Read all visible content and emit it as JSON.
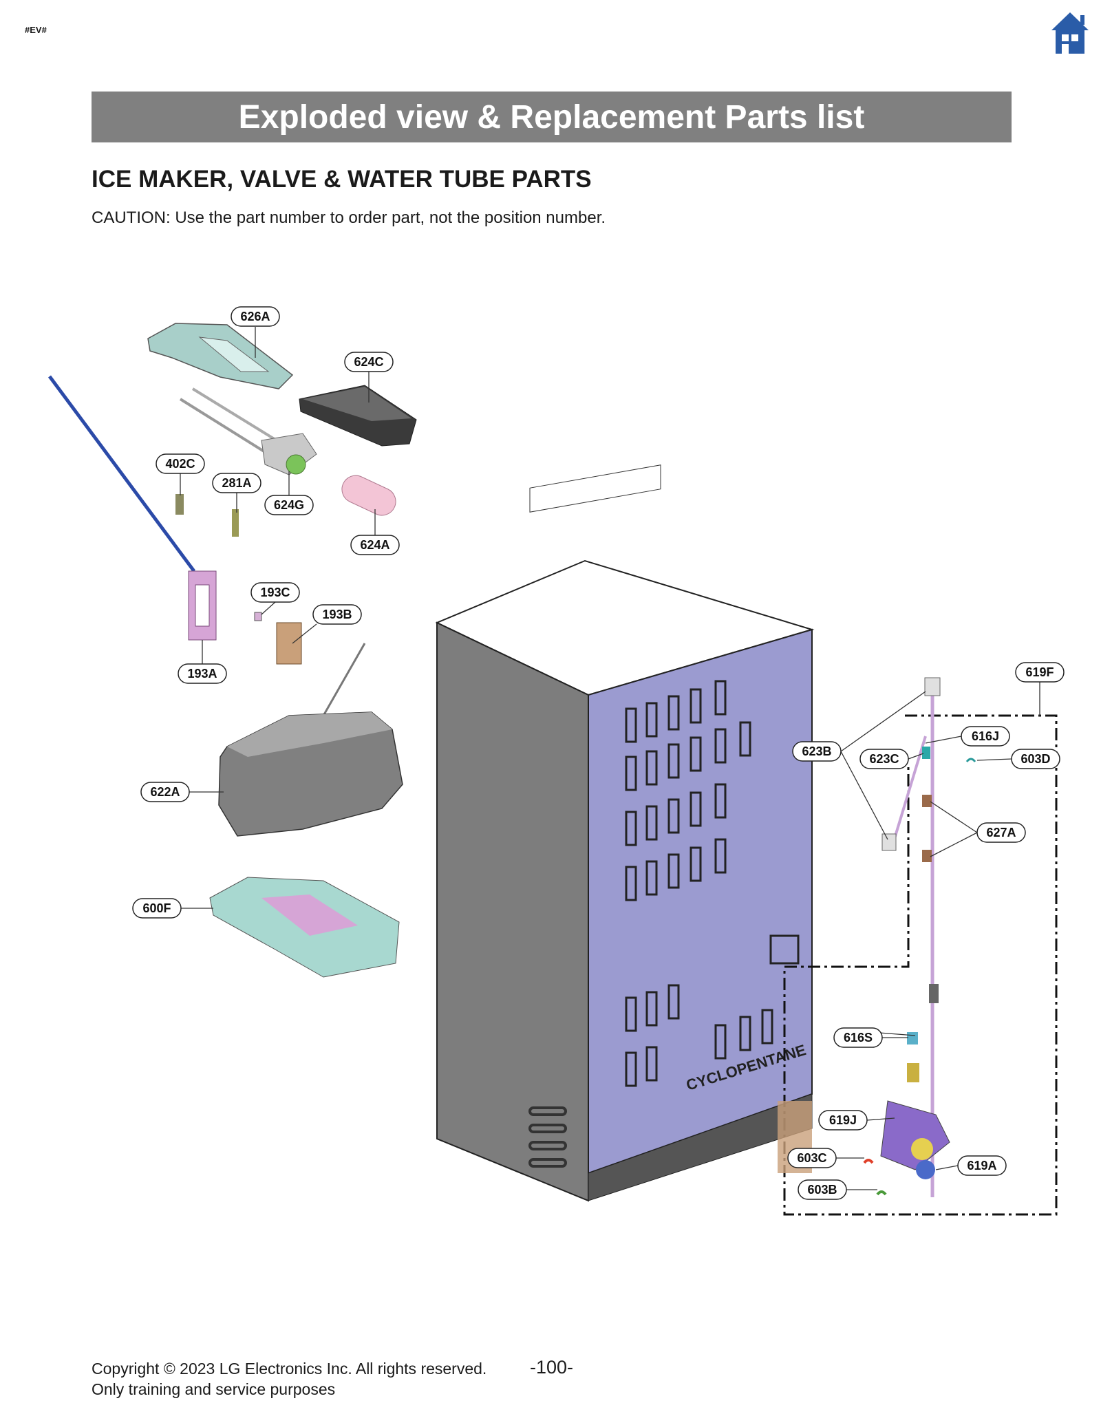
{
  "header": {
    "tag": "#EV#",
    "home_icon": "home-icon",
    "banner_title": "Exploded view & Replacement Parts list"
  },
  "section": {
    "title": "ICE MAKER, VALVE & WATER TUBE PARTS",
    "caution": "CAUTION: Use the part number to order part, not the position number."
  },
  "diagram": {
    "cabinet_label": "CYCLOPENTANE",
    "callouts": [
      "626A",
      "624C",
      "402C",
      "281A",
      "624G",
      "624A",
      "193C",
      "193B",
      "193A",
      "622A",
      "600F",
      "619F",
      "616J",
      "623B",
      "623C",
      "603D",
      "627A",
      "616S",
      "619J",
      "603C",
      "619A",
      "603B"
    ]
  },
  "footer": {
    "copyright": "Copyright © 2023 LG Electronics Inc. All rights reserved.",
    "page": "-100-",
    "purpose": "Only training and service purposes"
  },
  "colors": {
    "banner": "#808080",
    "home_icon": "#2a5ca8",
    "cabinet_back": "#9b9bd0",
    "cabinet_side": "#7d7d7d"
  }
}
